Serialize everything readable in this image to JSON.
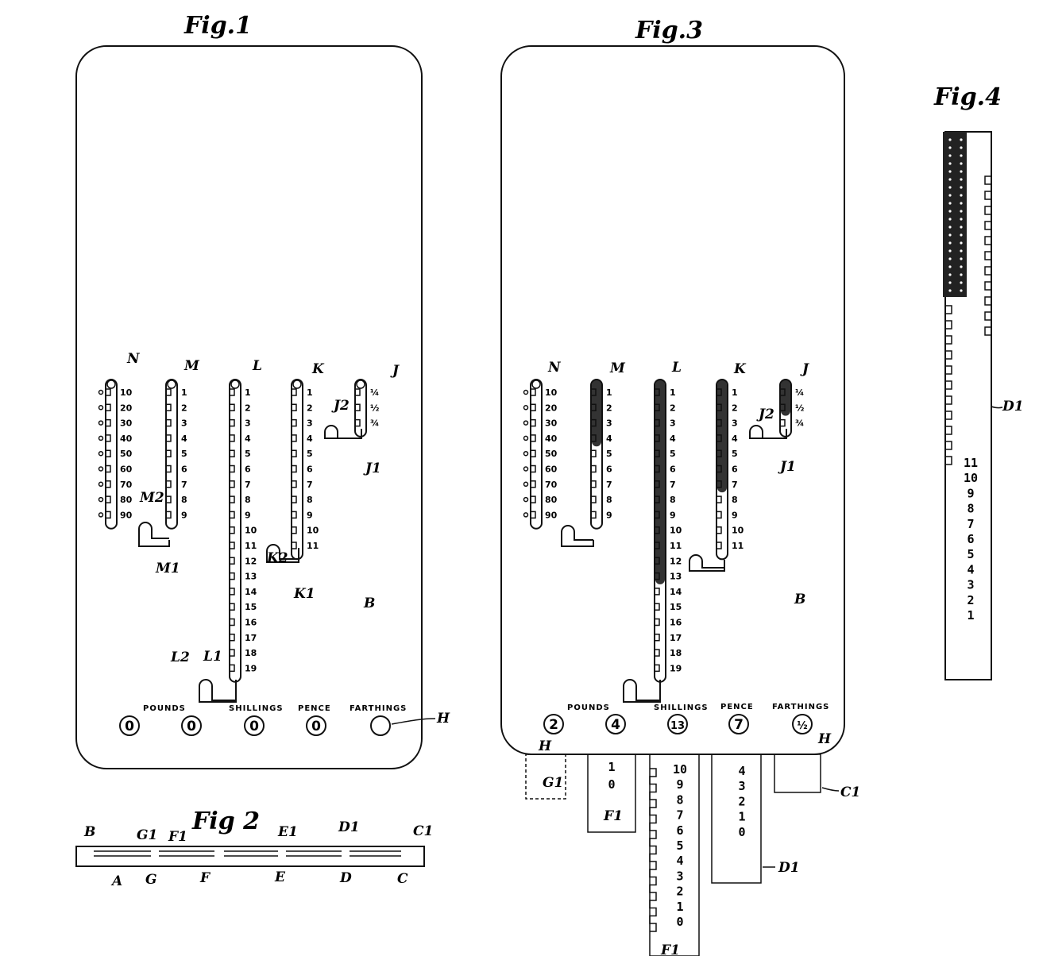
{
  "figures": {
    "fig1": {
      "label": "Fig.1"
    },
    "fig2": {
      "label": "Fig 2"
    },
    "fig3": {
      "label": "Fig.3"
    },
    "fig4": {
      "label": "Fig.4"
    }
  },
  "scales": {
    "tens": [
      "10",
      "20",
      "30",
      "40",
      "50",
      "60",
      "70",
      "80",
      "90"
    ],
    "units": [
      "1",
      "2",
      "3",
      "4",
      "5",
      "6",
      "7",
      "8",
      "9"
    ],
    "shillings": [
      "1",
      "2",
      "3",
      "4",
      "5",
      "6",
      "7",
      "8",
      "9",
      "10",
      "11",
      "12",
      "13",
      "14",
      "15",
      "16",
      "17",
      "18",
      "19"
    ],
    "pence": [
      "1",
      "2",
      "3",
      "4",
      "5",
      "6",
      "7",
      "8",
      "9",
      "10",
      "11"
    ],
    "farthings": [
      "¼",
      "½",
      "¾"
    ]
  },
  "captions": {
    "pounds": "POUNDS",
    "shillings": "SHILLINGS",
    "pence": "PENCE",
    "farthings": "FARTHINGS"
  },
  "fig1": {
    "dials": [
      "0",
      "0",
      "0",
      "0"
    ],
    "refs": {
      "N": "N",
      "M": "M",
      "L": "L",
      "K": "K",
      "J": "J",
      "J2": "J2",
      "J1": "J1",
      "M2": "M2",
      "M1": "M1",
      "K2": "K2",
      "K1": "K1",
      "L2": "L2",
      "L1": "L1",
      "B": "B",
      "H": "H"
    }
  },
  "fig2": {
    "refs": {
      "B": "B",
      "G1": "G1",
      "F1": "F1",
      "E1": "E1",
      "D1": "D1",
      "C1": "C1",
      "A": "A",
      "G": "G",
      "F": "F",
      "E": "E",
      "D": "D",
      "C": "C"
    }
  },
  "fig3": {
    "dials": [
      "2",
      "4",
      "13",
      "7",
      "½"
    ],
    "refs": {
      "N": "N",
      "M": "M",
      "L": "L",
      "K": "K",
      "J": "J",
      "J2": "J2",
      "J1": "J1",
      "B": "B",
      "H_left": "H",
      "H_right": "H",
      "G1_left": "G1",
      "F1": "F1",
      "F1_bottom": "F1",
      "D1": "D1",
      "C1": "C1"
    },
    "strip_F1_numbers": [
      "1",
      "0"
    ],
    "strip_E1_numbers": [
      "10",
      "9",
      "8",
      "7",
      "6",
      "5",
      "4",
      "3",
      "2",
      "1",
      "0"
    ],
    "strip_D1_numbers": [
      "4",
      "3",
      "2",
      "1",
      "0"
    ]
  },
  "fig4": {
    "ref": "D1",
    "numbers": [
      "11",
      "10",
      "9",
      "8",
      "7",
      "6",
      "5",
      "4",
      "3",
      "2",
      "1"
    ]
  }
}
